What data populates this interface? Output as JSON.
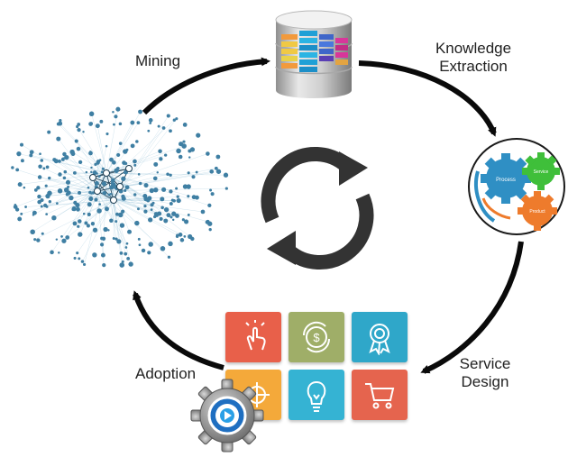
{
  "labels": {
    "mining": "Mining",
    "knowledge_extraction_line1": "Knowledge",
    "knowledge_extraction_line2": "Extraction",
    "service_design_line1": "Service",
    "service_design_line2": "Design",
    "adoption": "Adoption"
  },
  "gear_labels": {
    "blue": "Process",
    "green": "Service",
    "orange": "Product"
  },
  "icons": {
    "network": "network-graph-icon",
    "database": "database-icon",
    "gears": "gears-icon",
    "cycle": "refresh-cycle-icon",
    "tiles": [
      "touch-hand-icon",
      "dollar-cycle-icon",
      "award-badge-icon",
      "crosshair-icon",
      "lightbulb-icon",
      "shopping-cart-icon"
    ],
    "adoption_gear": "adoption-gear-icon"
  },
  "colors": {
    "arrow": "#0a0a0a",
    "tile_red": "#e8604a",
    "tile_olive": "#9fae68",
    "tile_teal": "#2fa7c9",
    "tile_orange": "#f4a93a",
    "tile_teal2": "#35b3d3",
    "tile_red2": "#e5644e",
    "gear_blue": "#2f8fc4",
    "gear_green": "#3fbf3a",
    "gear_orange": "#ee7b2c",
    "network_node": "#3f7fa3"
  }
}
